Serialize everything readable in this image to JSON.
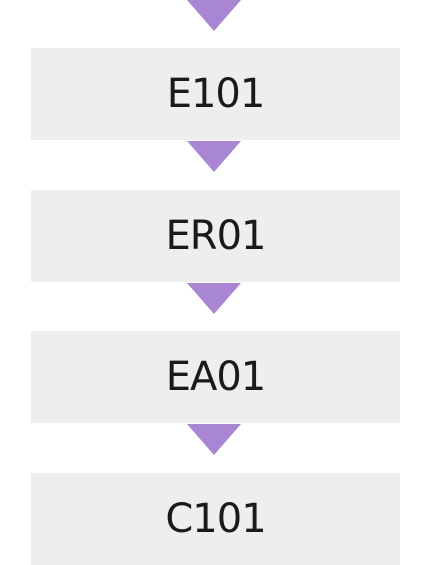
{
  "colors": {
    "box_fill": "#eeeeee",
    "arrow_fill": "#a886d3",
    "text": "#1a1a1a"
  },
  "steps": [
    {
      "label": "E101"
    },
    {
      "label": "ER01"
    },
    {
      "label": "EA01"
    },
    {
      "label": "C101"
    }
  ]
}
